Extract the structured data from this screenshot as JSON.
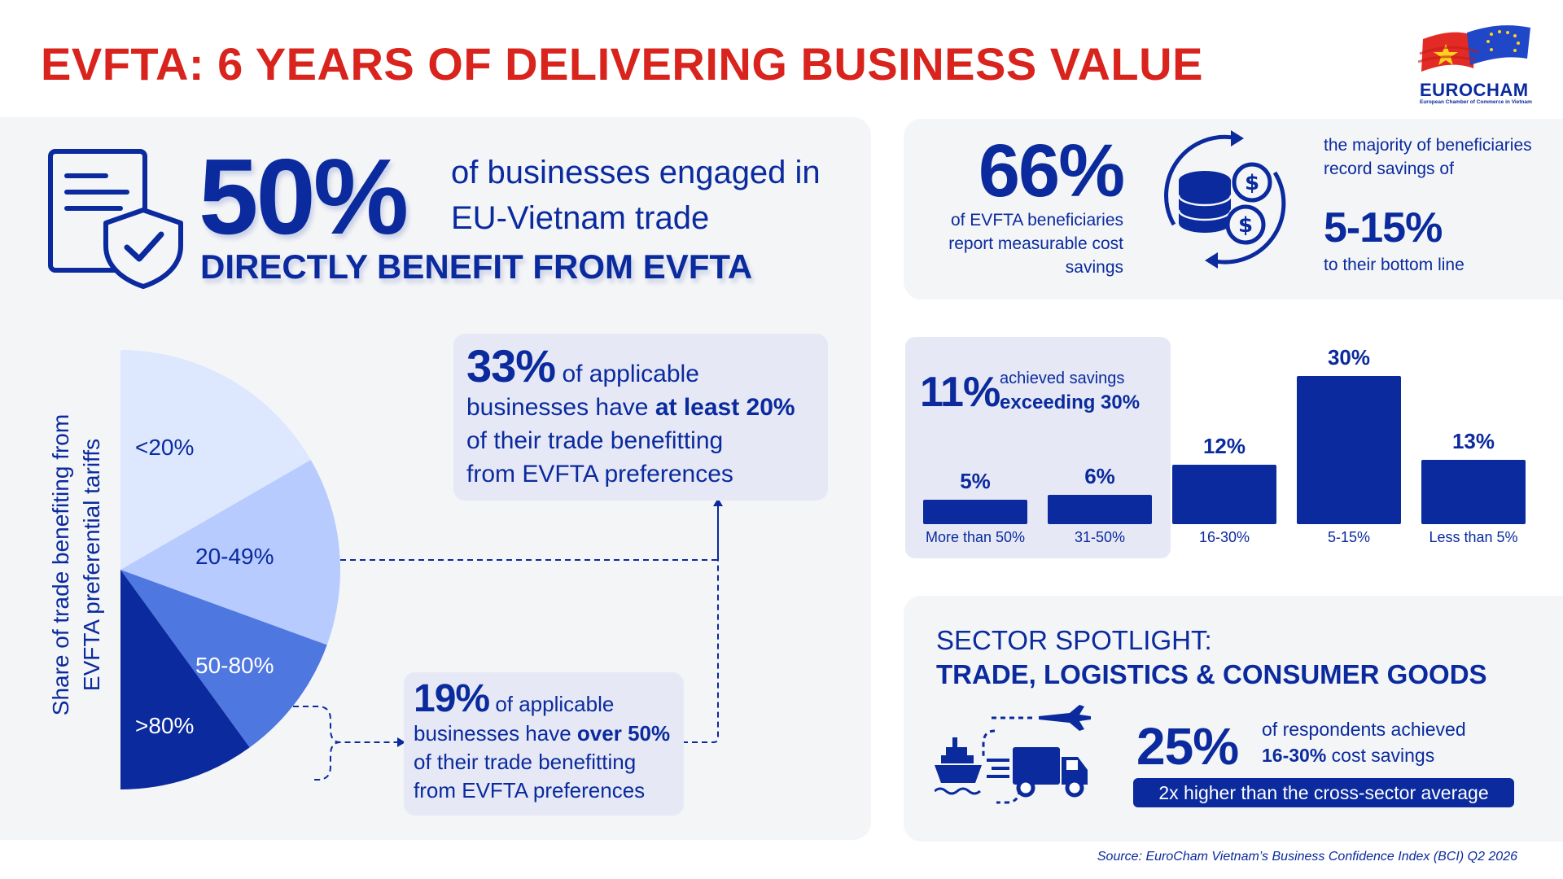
{
  "title": "EVFTA: 6 YEARS OF DELIVERING BUSINESS VALUE",
  "logo": {
    "name": "EUROCHAM",
    "subtitle": "European Chamber of Commerce in Vietnam"
  },
  "headline": {
    "percent": "50%",
    "text": "of businesses engaged in EU-Vietnam trade",
    "emphasis": "DIRECTLY BENEFIT FROM EVFTA"
  },
  "pie_section": {
    "axis_label": "Share of trade benefiting from EVFTA preferential tariffs",
    "slices": [
      {
        "label": "<20%",
        "color": "#dde8ff"
      },
      {
        "label": "20-49%",
        "color": "#b7cbff"
      },
      {
        "label": "50-80%",
        "color": "#4f77e0"
      },
      {
        "label": ">80%",
        "color": "#0a2a9e"
      }
    ]
  },
  "callout_33": {
    "percent": "33%",
    "text_1": "of applicable",
    "text_2": "businesses have",
    "bold": "at least 20%",
    "text_3": "of their trade benefitting",
    "text_4": "from EVFTA preferences"
  },
  "callout_19": {
    "percent": "19%",
    "text_1": "of applicable",
    "text_2": "businesses have",
    "bold": "over 50%",
    "text_3": "of their trade benefitting",
    "text_4": "from EVFTA preferences"
  },
  "savings": {
    "percent": "66%",
    "report": "of EVFTA beneficiaries report measurable cost savings",
    "majority": "the majority of beneficiaries record savings of",
    "range": "5-15%",
    "bottom_line": "to their bottom line"
  },
  "exceed": {
    "percent": "11%",
    "line1": "achieved savings",
    "line2": "exceeding 30%"
  },
  "chart_data": {
    "type": "bar",
    "categories": [
      "More than 50%",
      "31-50%",
      "16-30%",
      "5-15%",
      "Less than 5%"
    ],
    "values": [
      5,
      6,
      12,
      30,
      13
    ],
    "value_labels": [
      "5%",
      "6%",
      "12%",
      "30%",
      "13%"
    ],
    "grid": false
  },
  "sector": {
    "title": "SECTOR SPOTLIGHT:",
    "subtitle": "TRADE, LOGISTICS & CONSUMER GOODS",
    "percent": "25%",
    "text_1": "of respondents achieved",
    "bold": "16-30%",
    "text_2": "cost savings",
    "badge": "2x higher than the cross-sector average"
  },
  "source": "Source: EuroCham Vietnam’s Business Confidence Index (BCI) Q2 2026"
}
